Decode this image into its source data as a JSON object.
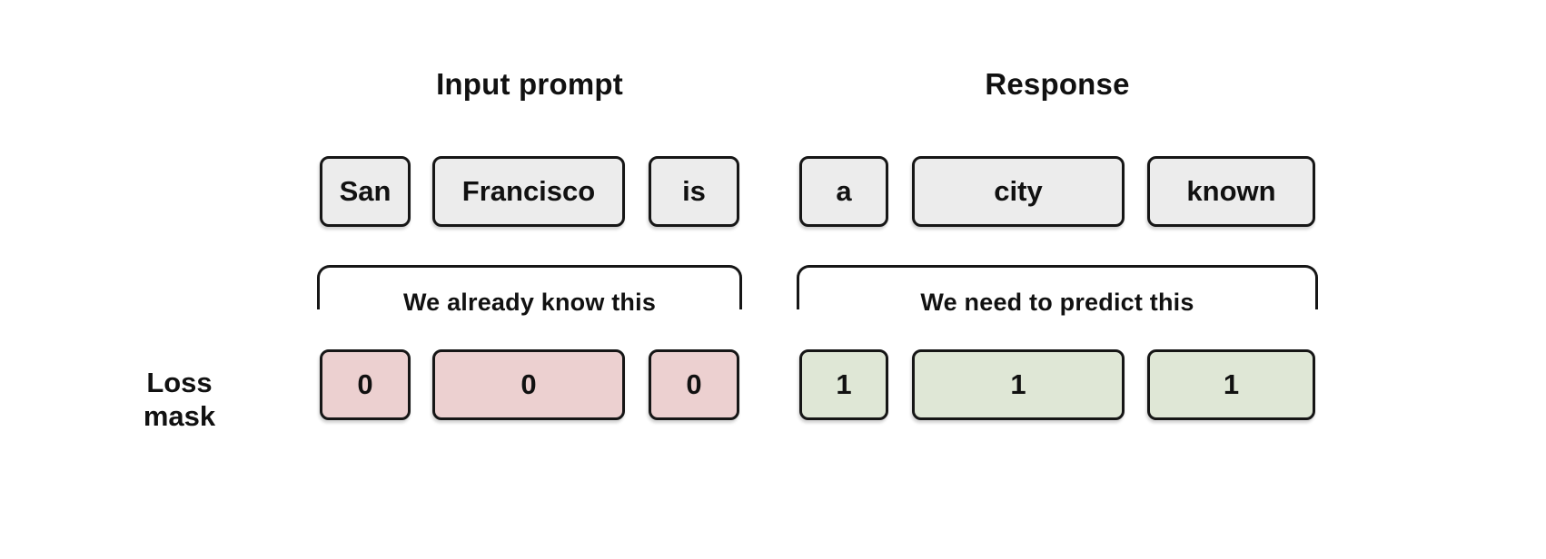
{
  "titles": {
    "input": "Input prompt",
    "response": "Response"
  },
  "tokens": {
    "input": [
      "San",
      "Francisco",
      "is"
    ],
    "response": [
      "a",
      "city",
      "known"
    ]
  },
  "braces": {
    "input_label": "We already know this",
    "response_label": "We need to predict this"
  },
  "loss_mask": {
    "label_line1": "Loss",
    "label_line2": "mask",
    "input_values": [
      "0",
      "0",
      "0"
    ],
    "response_values": [
      "1",
      "1",
      "1"
    ]
  },
  "colors": {
    "token_bg": "#ececec",
    "mask_zero_bg": "#ecd0d0",
    "mask_one_bg": "#dfe7d6",
    "line": "#161616",
    "background": "#ffffff"
  }
}
